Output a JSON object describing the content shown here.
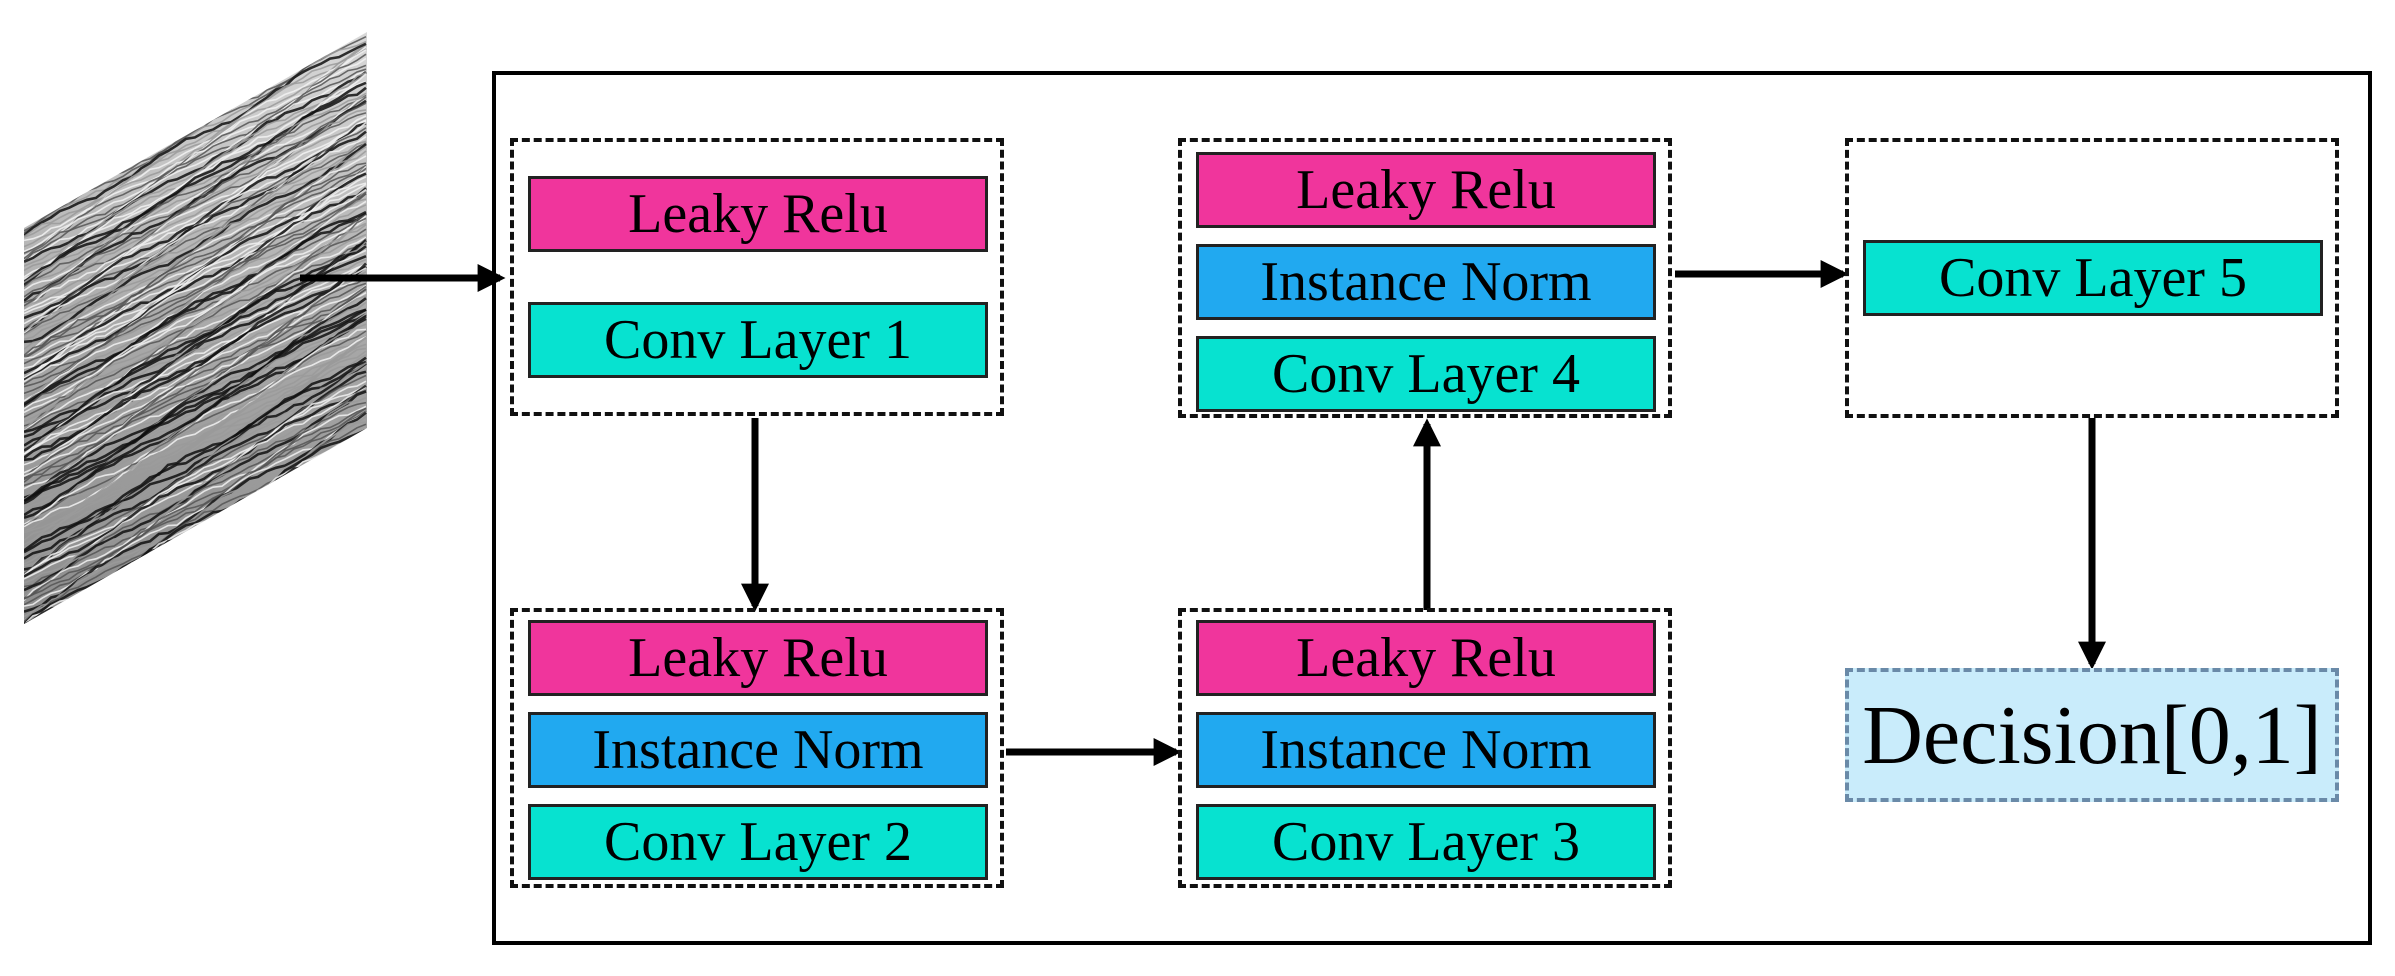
{
  "diagram": {
    "blocks": {
      "block1": {
        "relu": "Leaky Relu",
        "conv": "Conv Layer 1"
      },
      "block2": {
        "relu": "Leaky Relu",
        "norm": "Instance Norm",
        "conv": "Conv Layer 2"
      },
      "block3": {
        "relu": "Leaky Relu",
        "norm": "Instance Norm",
        "conv": "Conv Layer 3"
      },
      "block4": {
        "relu": "Leaky Relu",
        "norm": "Instance Norm",
        "conv": "Conv Layer 4"
      },
      "block5": {
        "conv": "Conv Layer 5"
      }
    },
    "output": "Decision[0,1]",
    "colors": {
      "leaky_relu": "#f0359c",
      "instance_norm": "#21a9f0",
      "conv_layer": "#07e2d0",
      "decision_fill": "#c9ecfb"
    }
  }
}
